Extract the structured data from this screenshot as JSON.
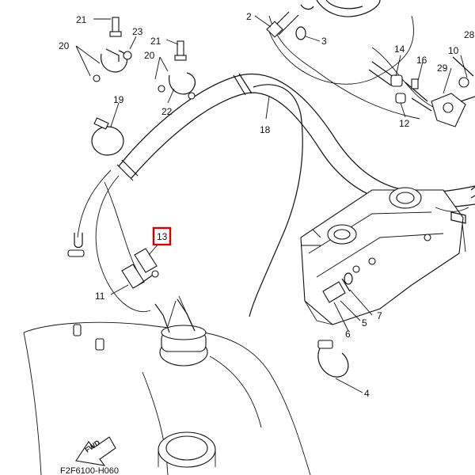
{
  "diagram": {
    "footer_code": "F2F6100-H060",
    "fwd_label": "FWD",
    "highlighted_callout": "13",
    "highlight_color": "#d40000",
    "callouts": [
      {
        "id": "21a",
        "text": "21"
      },
      {
        "id": "23",
        "text": "23"
      },
      {
        "id": "20a",
        "text": "20"
      },
      {
        "id": "21b",
        "text": "21"
      },
      {
        "id": "20b",
        "text": "20"
      },
      {
        "id": "22",
        "text": "22"
      },
      {
        "id": "19",
        "text": "19"
      },
      {
        "id": "2",
        "text": "2"
      },
      {
        "id": "3",
        "text": "3"
      },
      {
        "id": "14",
        "text": "14"
      },
      {
        "id": "16",
        "text": "16"
      },
      {
        "id": "12",
        "text": "12"
      },
      {
        "id": "10",
        "text": "10"
      },
      {
        "id": "28",
        "text": "28"
      },
      {
        "id": "29",
        "text": "29"
      },
      {
        "id": "18",
        "text": "18"
      },
      {
        "id": "13",
        "text": "13"
      },
      {
        "id": "11",
        "text": "11"
      },
      {
        "id": "7",
        "text": "7"
      },
      {
        "id": "5",
        "text": "5"
      },
      {
        "id": "6",
        "text": "6"
      },
      {
        "id": "4",
        "text": "4"
      }
    ]
  }
}
